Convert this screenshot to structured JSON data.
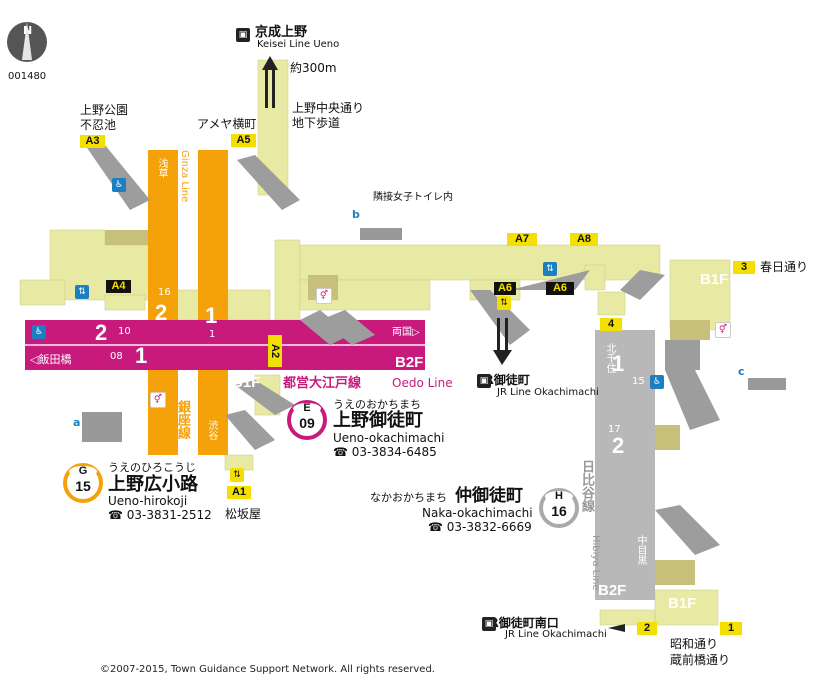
{
  "map": {
    "code": "001480",
    "copyright": "©2007-2015, Town Guidance Support Network. All rights reserved."
  },
  "colors": {
    "ginza": "#f5a10a",
    "oedo": "#c71a7c",
    "hibiya": "#b8b8b8",
    "concourse": "#e8e9a3",
    "concourse_dark": "#c7c07a",
    "exit_bg": "#111111",
    "exit_fg": "#f4e000",
    "toilet_blue": "#1c7fc1"
  },
  "labels": {
    "keisei_jp": "京成上野",
    "keisei_en": "Keisei Line Ueno",
    "about300m": "約300m",
    "chuo_1": "上野中央通り",
    "chuo_2": "地下歩道",
    "ameyoko": "アメヤ横町",
    "park_1": "上野公園",
    "park_2": "不忍池",
    "toilet_note": "隣接女子トイレ内",
    "kasuga": "春日通り",
    "iidabashi": "◁飯田橋",
    "ryogoku": "両国▷",
    "ginza_line": "Ginza Line",
    "asakusa": "浅草",
    "shibuya": "渋谷",
    "ginza_jp": "銀座線",
    "oedo_jp": "都営大江戸線",
    "oedo_en": "Oedo Line",
    "jr_okachimachi_jp": "JR御徒町",
    "jr_okachimachi_en": "JR Line Okachimachi",
    "jr_south_jp": "JR御徒町南口",
    "jr_south_en": "JR Line Okachimachi",
    "matsuzakaya": "松坂屋",
    "hibiya_jp": "日比谷線",
    "hibiya_en": "Hibiya Line",
    "kitasenju": "北千住",
    "nakameguro": "中目黒",
    "showa_1": "昭和通り",
    "showa_2": "蔵前橋通り",
    "a_marker": "a",
    "b_marker": "b",
    "c_marker": "c",
    "north": "N"
  },
  "floors": {
    "b1f_a": "B1F",
    "b1f_b": "B1F",
    "b1f_c": "B1F",
    "b1f_d": "B1F",
    "b2f_oedo": "B2F",
    "b2f_hibiya": "B2F"
  },
  "exits": {
    "a1": "A1",
    "a2": "A2",
    "a3": "A3",
    "a4": "A4",
    "a5": "A5",
    "a6a": "A6",
    "a6b": "A6",
    "a7": "A7",
    "a8": "A8",
    "e1": "1",
    "e2": "2",
    "e3": "3",
    "e4": "4"
  },
  "platforms": {
    "ginza_2": "2",
    "ginza_1": "1",
    "ginza_2_car": "16",
    "ginza_1_car": "1",
    "oedo_2": "2",
    "oedo_1": "1",
    "oedo_2_car": "10",
    "oedo_1_car": "08",
    "hibiya_1": "1",
    "hibiya_2": "2",
    "hibiya_1_car": "15",
    "hibiya_2_car": "17"
  },
  "stations": {
    "ueno_hirokoji": {
      "code_letter": "G",
      "code_num": "15",
      "kana": "うえのひろこうじ",
      "name": "上野広小路",
      "roman": "Ueno-hirokoji",
      "phone": "☎ 03-3831-2512"
    },
    "ueno_okachimachi": {
      "code_letter": "E",
      "code_num": "09",
      "kana": "うえのおかちまち",
      "name": "上野御徒町",
      "roman": "Ueno-okachimachi",
      "phone": "☎ 03-3834-6485"
    },
    "naka_okachimachi": {
      "code_letter": "H",
      "code_num": "16",
      "kana": "なかおかちまち",
      "name": "仲御徒町",
      "roman": "Naka-okachimachi",
      "phone": "☎ 03-3832-6669"
    }
  }
}
